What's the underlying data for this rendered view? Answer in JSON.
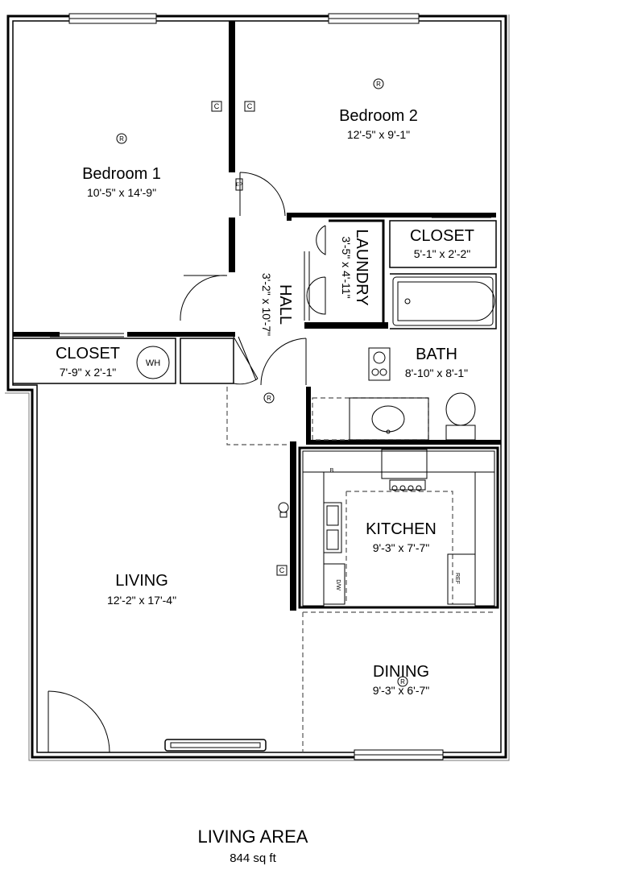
{
  "rooms": {
    "bedroom1": {
      "name": "Bedroom 1",
      "dims": "10'-5\" x 14'-9\""
    },
    "bedroom2": {
      "name": "Bedroom 2",
      "dims": "12'-5\" x 9'-1\""
    },
    "closet_bed1": {
      "name": "CLOSET",
      "dims": "7'-9\" x 2'-1\""
    },
    "closet_bed2": {
      "name": "CLOSET",
      "dims": "5'-1\" x 2'-2\""
    },
    "laundry": {
      "name": "LAUNDRY",
      "dims": "3'-5\" x 4'-11\""
    },
    "hall": {
      "name": "HALL",
      "dims": "3'-2\" x 10'-7\""
    },
    "bath": {
      "name": "BATH",
      "dims": "8'-10\" x 8'-1\""
    },
    "kitchen": {
      "name": "KITCHEN",
      "dims": "9'-3\" x 7'-7\""
    },
    "living": {
      "name": "LIVING",
      "dims": "12'-2\" x 17'-4\""
    },
    "dining": {
      "name": "DINING",
      "dims": "9'-3\" x 6'-7\""
    }
  },
  "fixtures": {
    "water_heater": "WH",
    "thermostat": "C",
    "fridge": "REF",
    "dishwasher": "D/W",
    "electric_panel": "EP",
    "smoke_detector": "R",
    "stove_mark": "B"
  },
  "footer": {
    "title": "LIVING AREA",
    "area": "844 sq ft"
  }
}
